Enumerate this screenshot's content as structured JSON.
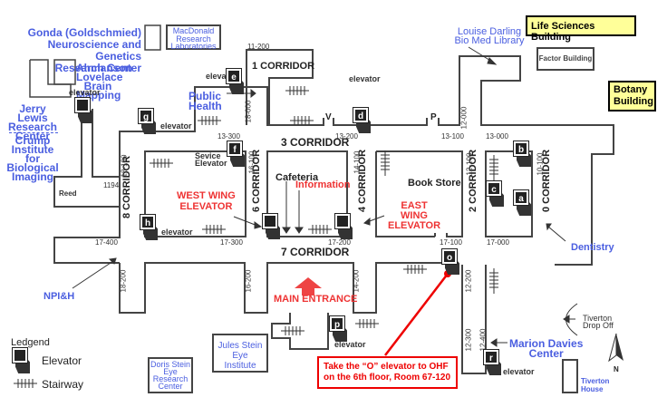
{
  "buildings": {
    "gonda": "Gonda (Goldschmied)\nNeuroscience and Genetics\nResearch Center",
    "macdonald": "MacDonald\nResearch\nLaboratories",
    "ahmanson": "Ahmanson\nLovelace\nBrain\nMapping",
    "jerry_lewis": "Jerry Lewis\nResearch\nCenter",
    "crump": "Crump\nInstitute for\nBiological\nImaging",
    "public_health": "Public\nHealth",
    "louise_darling": "Louise Darling\nBio Med Library",
    "life_sciences": "Life Sciences Building",
    "factor": "Factor Building",
    "botany": "Botany\nBuilding",
    "dentistry": "Dentistry",
    "npih": "NPI&H",
    "jules_stein": "Jules Stein\nEye\nInstitute",
    "doris_stein": "Doris Stein\nEye\nResearch\nCenter",
    "marion_davies": "Marion Davies\nCenter",
    "tiverton_house": "Tiverton\nHouse",
    "tiverton_dropoff": "Tiverton\nDrop Off",
    "reed": "Reed",
    "book_store": "Book Store",
    "cafeteria": "Cafeteria",
    "information": "Information"
  },
  "corridors": {
    "c1": "1 CORRIDOR",
    "c3": "3 CORRIDOR",
    "c7": "7 CORRIDOR",
    "c8": "8 CORRIDOR",
    "c6": "6 CORRIDOR",
    "c4": "4 CORRIDOR",
    "c2": "2 CORRIDOR",
    "c0": "0 CORRIDOR"
  },
  "room_numbers": {
    "r11200": "11-200",
    "r18000": "18-000",
    "r13300": "13-300",
    "r13200": "13-200",
    "r13100": "13-100",
    "r13000": "13-000",
    "r12000": "12-000",
    "r18100": "18-100",
    "r1194": "1194",
    "r16100": "16-100",
    "r14100": "14-100",
    "r12100": "12-100",
    "r10100": "10-100",
    "r17400": "17-400",
    "r17300": "17-300",
    "r17200": "17-200",
    "r17100": "17-100",
    "r17000": "17-000",
    "r18200": "18-200",
    "r16200": "16-200",
    "r14200": "14-200",
    "r12200": "12-200",
    "r12300": "12-300",
    "r12400": "12-400"
  },
  "labels": {
    "elevator": "elevator",
    "service_elevator": "Sevice\nElevator",
    "west_wing": "WEST WING\nELEVATOR",
    "east_wing": "EAST\nWING\nELEVATOR",
    "main_entrance": "MAIN ENTRANCE",
    "v": "V",
    "p": "P",
    "north": "N"
  },
  "elevators": [
    "a",
    "b",
    "c",
    "d",
    "e",
    "f",
    "g",
    "h",
    "o",
    "p",
    "r"
  ],
  "callout": "Take the “O” elevator to OHF\non the 6th floor, Room 67-120",
  "legend": {
    "title": "Ledgend",
    "elevator": "Elevator",
    "stairway": "Stairway"
  },
  "colors": {
    "accent_red": "#ee3333",
    "building_blue": "#4a5ee0",
    "highlight_yellow": "#ffff99"
  }
}
